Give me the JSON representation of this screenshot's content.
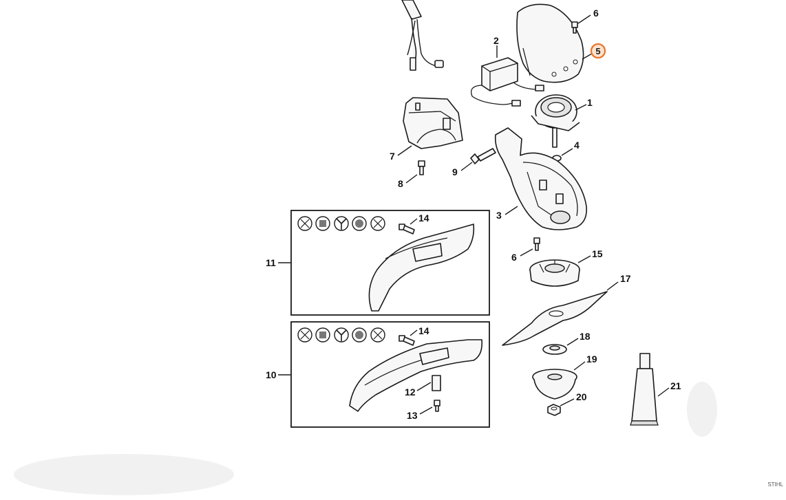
{
  "callouts": {
    "c1": "1",
    "c2": "2",
    "c3": "3",
    "c4": "4",
    "c5": "5",
    "c6a": "6",
    "c6b": "6",
    "c7": "7",
    "c8": "8",
    "c9": "9",
    "c10": "10",
    "c11": "11",
    "c12": "12",
    "c13": "13",
    "c14a": "14",
    "c14b": "14",
    "c15": "15",
    "c17": "17",
    "c18": "18",
    "c19": "19",
    "c20": "20",
    "c21": "21"
  },
  "highlight_color": "#e8732a",
  "corner_mark": "STIHL"
}
